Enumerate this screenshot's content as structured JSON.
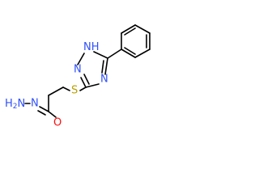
{
  "colors": {
    "background": "#ffffff",
    "bond": "#000000",
    "nitrogen": "#3050f8",
    "sulfur": "#b8a000",
    "oxygen": "#ff0d0d"
  },
  "atoms": {
    "hydrazide_n": "H",
    "hydrazide_n_sub": "2",
    "hydrazide_n_suffix": "N",
    "amide_n": "N",
    "amide_o": "O",
    "thioether_s": "S",
    "ring_n1": "N",
    "ring_n2": "N",
    "ring_nh": "H",
    "ring_nh_n": "N"
  }
}
